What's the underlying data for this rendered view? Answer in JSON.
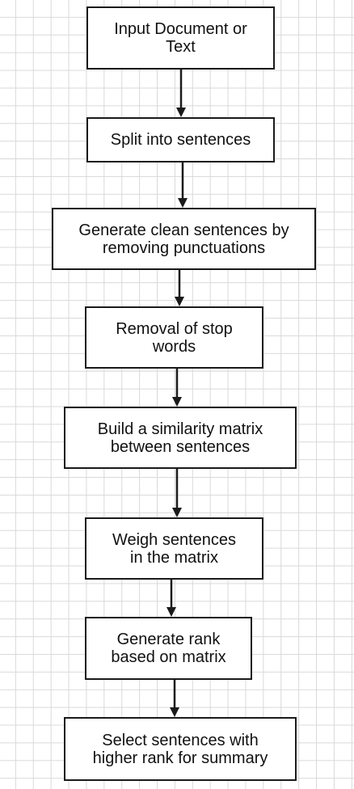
{
  "nodes": [
    {
      "id": "n1",
      "label": "Input Document or\nText"
    },
    {
      "id": "n2",
      "label": "Split into sentences"
    },
    {
      "id": "n3",
      "label": "Generate clean sentences by\nremoving punctuations"
    },
    {
      "id": "n4",
      "label": "Removal of stop\nwords"
    },
    {
      "id": "n5",
      "label": "Build a similarity matrix\nbetween sentences"
    },
    {
      "id": "n6",
      "label": "Weigh sentences\nin the matrix"
    },
    {
      "id": "n7",
      "label": "Generate rank\nbased on matrix"
    },
    {
      "id": "n8",
      "label": "Select sentences with\nhigher rank for summary"
    }
  ],
  "edges": [
    {
      "from": "n1",
      "to": "n2"
    },
    {
      "from": "n2",
      "to": "n3"
    },
    {
      "from": "n3",
      "to": "n4"
    },
    {
      "from": "n4",
      "to": "n5"
    },
    {
      "from": "n5",
      "to": "n6"
    },
    {
      "from": "n6",
      "to": "n7"
    },
    {
      "from": "n7",
      "to": "n8"
    }
  ],
  "colors": {
    "stroke": "#1a1a1a",
    "text": "#111111",
    "grid": "#d9d9d9",
    "background": "#ffffff"
  }
}
